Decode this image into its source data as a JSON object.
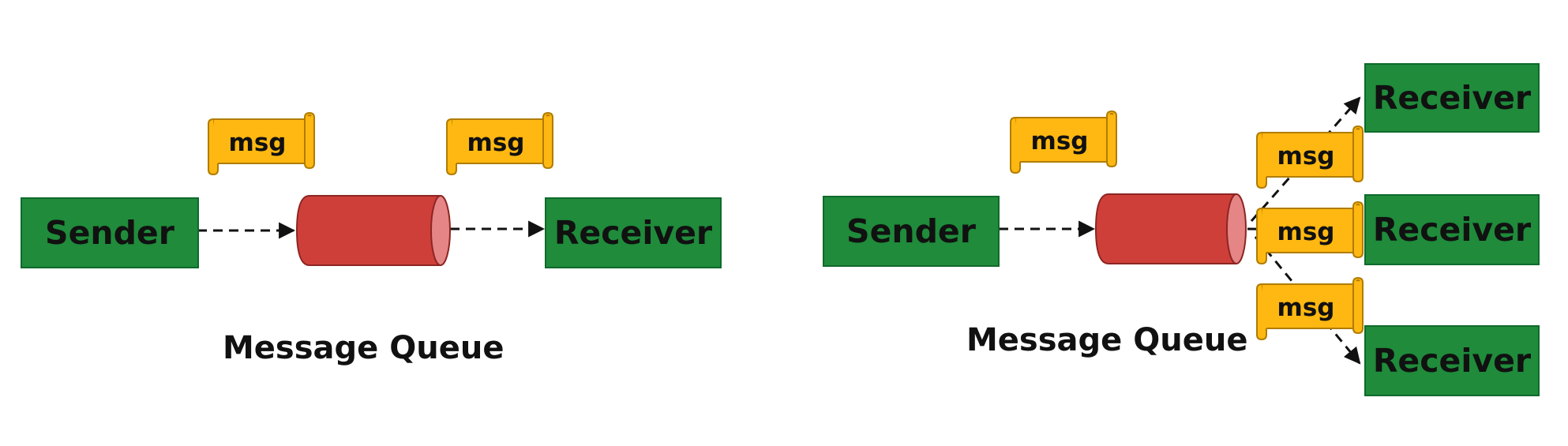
{
  "left": {
    "sender": "Sender",
    "receiver": "Receiver",
    "message": "msg",
    "caption": "Message Queue"
  },
  "right": {
    "sender": "Sender",
    "receivers": [
      "Receiver",
      "Receiver",
      "Receiver"
    ],
    "message": "msg",
    "caption": "Message Queue"
  },
  "colors": {
    "box_green": "#1f8b3b",
    "queue_red": "#cf3f3a",
    "msg_yellow": "#ffb811"
  }
}
